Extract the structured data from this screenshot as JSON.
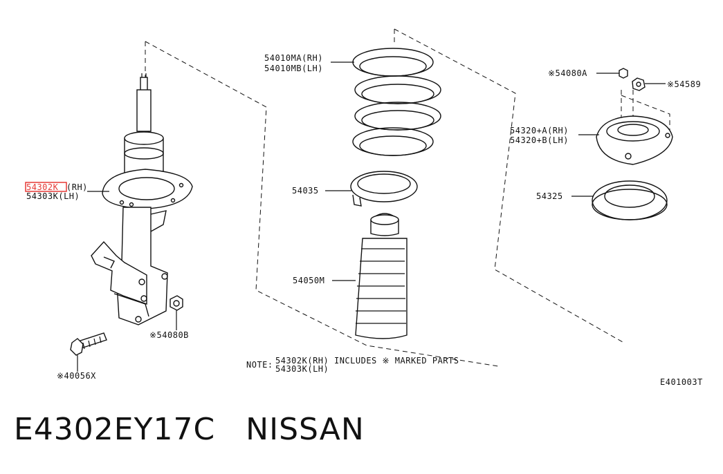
{
  "diagram": {
    "labels": {
      "strut_rh": "54302K",
      "strut_rh_side": "(RH)",
      "strut_lh": "54303K(LH)",
      "spring_rh": "54010MA(RH)",
      "spring_lh": "54010MB(LH)",
      "spring_seat": "54035",
      "bump_boot": "54050M",
      "nut_small": "※54080A",
      "nut_cap": "※54589",
      "mount_a": "54320+A(RH)",
      "mount_b": "54320+B(LH)",
      "bearing": "54325",
      "nut_strut": "※54080B",
      "bolt": "※40056X",
      "note_prefix": "NOTE:",
      "note_line1": "54302K(RH) INCLUDES ※ MARKED PARTS",
      "note_line2": "54303K(LH)",
      "diagram_code": "E401003T"
    },
    "highlight_color": "#e53935"
  },
  "caption": {
    "part_number": "E4302EY17C",
    "brand": "NISSAN"
  }
}
